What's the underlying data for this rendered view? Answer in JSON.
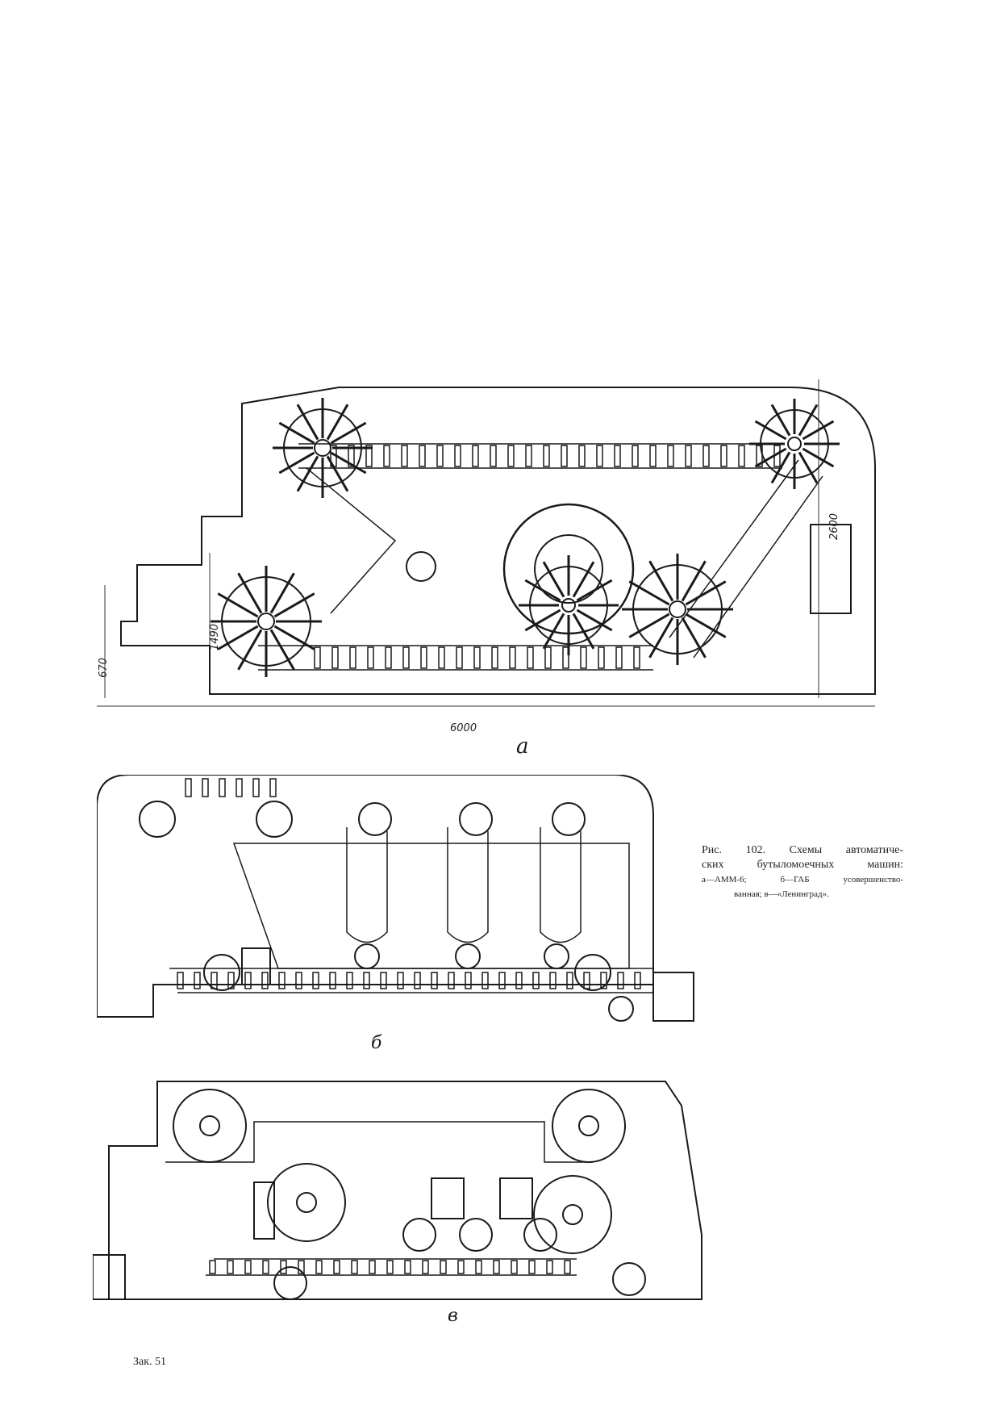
{
  "figures": {
    "a": {
      "label": "а",
      "dimensions": {
        "height_total": "2600",
        "height_feed": "1490",
        "height_table": "670",
        "length": "6000"
      }
    },
    "b": {
      "label": "б"
    },
    "c": {
      "label": "в"
    }
  },
  "caption": {
    "line1": "Рис. 102. Схемы автоматиче-",
    "line2": "ских бутыломоечных машин:",
    "line3": "а—АММ-6; б—ГАБ усовершенство-",
    "line4": "ванная; в—«Ленинград»."
  },
  "footer": {
    "text": "Зак. 51"
  },
  "colors": {
    "ink": "#1a1a1a",
    "paper": "#ffffff"
  }
}
